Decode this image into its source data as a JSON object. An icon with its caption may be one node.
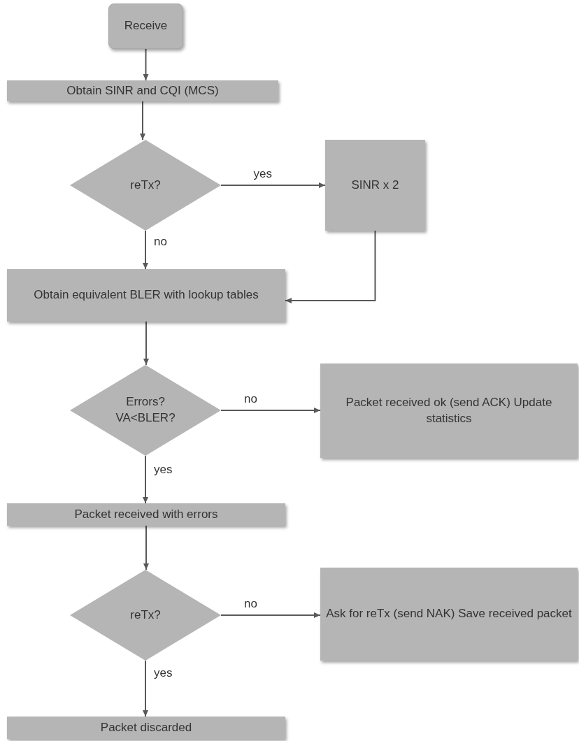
{
  "diagram": {
    "nodes": [
      {
        "text": [
          "Receive"
        ]
      },
      {
        "text": [
          "Obtain SINR and CQI (MCS)"
        ]
      },
      {
        "text": [
          "reTx?"
        ]
      },
      {
        "text": [
          "SINR x 2"
        ]
      },
      {
        "text": [
          "Obtain equivalent BLER with lookup tables"
        ]
      },
      {
        "text": [
          "Errors? VA<BLER?"
        ]
      },
      {
        "text": [
          "Packet received  ok (send ACK) Update statistics"
        ]
      },
      {
        "text": [
          "Packet received with errors"
        ]
      },
      {
        "text": [
          "reTx?"
        ]
      },
      {
        "text": [
          "Ask for reTx (send NAK) Save received packet"
        ]
      },
      {
        "text": [
          "Packet discarded"
        ]
      }
    ],
    "edges": [
      {
        "from": 0,
        "to": 1,
        "arrow": "to"
      },
      {
        "from": 1,
        "to": 2,
        "arrow": "to"
      },
      {
        "from": 2,
        "to": 3,
        "arrow": "to",
        "label": "yes"
      },
      {
        "from": 2,
        "to": 4,
        "arrow": "to",
        "label": "no"
      },
      {
        "from": 3,
        "to": 4,
        "arrow": "to"
      },
      {
        "from": 4,
        "to": 5,
        "arrow": "to"
      },
      {
        "from": 5,
        "to": 6,
        "arrow": "to",
        "label": "no"
      },
      {
        "from": 5,
        "to": 7,
        "arrow": "to",
        "label": "yes"
      },
      {
        "from": 7,
        "to": 8,
        "arrow": "to"
      },
      {
        "from": 8,
        "to": 9,
        "arrow": "to",
        "label": "no"
      },
      {
        "from": 8,
        "to": 10,
        "arrow": "to",
        "label": "yes"
      }
    ]
  }
}
